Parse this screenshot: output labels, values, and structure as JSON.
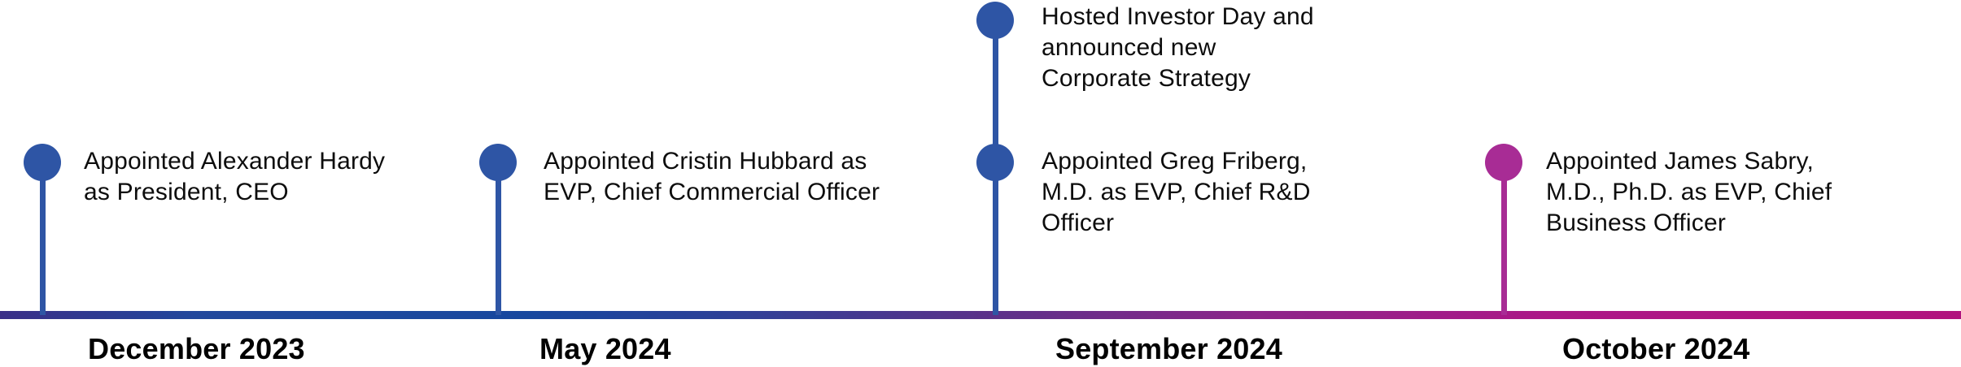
{
  "timeline": {
    "description": "Leadership and strategy milestone timeline",
    "colors": {
      "marker_blue": "#2E55A5",
      "marker_magenta": "#A82C95",
      "axis_gradient_start": "#3A2E87",
      "axis_gradient_blue": "#17479E",
      "axis_gradient_purple": "#593189",
      "axis_gradient_end": "#B1137E",
      "text": "#0d0d0d"
    },
    "milestones": [
      {
        "date": "December 2023",
        "marker_color": "#2E55A5",
        "events": [
          {
            "text": "Appointed Alexander Hardy\nas President, CEO"
          }
        ]
      },
      {
        "date": "May 2024",
        "marker_color": "#2E55A5",
        "events": [
          {
            "text": "Appointed Cristin Hubbard as\nEVP, Chief Commercial Officer"
          }
        ]
      },
      {
        "date": "September 2024",
        "marker_color": "#2E55A5",
        "events": [
          {
            "text": "Hosted Investor Day and\nannounced new\nCorporate Strategy"
          },
          {
            "text": "Appointed Greg Friberg,\nM.D. as EVP, Chief R&D\nOfficer"
          }
        ]
      },
      {
        "date": "October 2024",
        "marker_color": "#A82C95",
        "events": [
          {
            "text": "Appointed James Sabry,\nM.D., Ph.D. as EVP, Chief\nBusiness Officer"
          }
        ]
      }
    ]
  }
}
